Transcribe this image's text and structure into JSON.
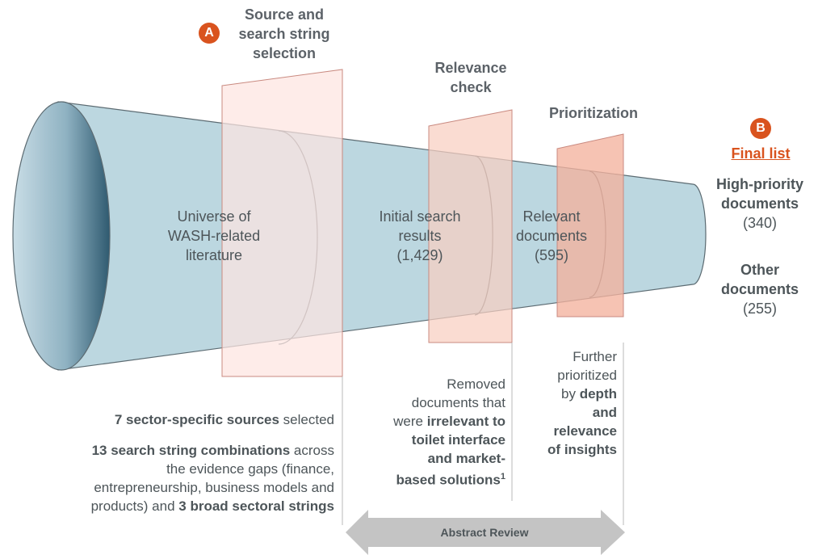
{
  "colors": {
    "funnel": "#bcd7e0",
    "funnel_edge": "#5c6b72",
    "panel_a": "#fde5e0",
    "panel_b": "#f8cfc0",
    "panel_c": "#f4b29e",
    "accent": "#d9531e",
    "arrow": "#c4c4c4"
  },
  "badges": {
    "a": "A",
    "b": "B"
  },
  "stages": {
    "source": {
      "title_1": "Source and",
      "title_2": "search string",
      "title_3": "selection"
    },
    "relevance": {
      "title_1": "Relevance",
      "title_2": "check"
    },
    "priority": {
      "title": "Prioritization"
    }
  },
  "funnel": {
    "universe": {
      "line1": "Universe of",
      "line2": "WASH-related",
      "line3": "literature"
    },
    "initial": {
      "line1": "Initial search",
      "line2": "results",
      "count": "(1,429)"
    },
    "relevant": {
      "line1": "Relevant",
      "line2": "documents",
      "count": "(595)"
    }
  },
  "final": {
    "heading": "Final list",
    "high_1": "High-priority",
    "high_2": "documents",
    "high_count": "(340)",
    "other_1": "Other",
    "other_2": "documents",
    "other_count": "(255)"
  },
  "notes": {
    "sources": {
      "bold": "7 sector-specific sources",
      "rest": " selected"
    },
    "search": {
      "bold1": "13 search string combinations",
      "t1": " across",
      "l2": "the evidence gaps (finance,",
      "l3": "entrepreneurship, business models and",
      "l4a": "products) and ",
      "bold2": "3 broad sectoral strings"
    },
    "removed": {
      "l1": "Removed",
      "l2": "documents that",
      "l3a": "were ",
      "b3": "irrelevant to",
      "b4": "toilet interface",
      "b5": "and market-",
      "b6": "based solutions",
      "sup": "1"
    },
    "further": {
      "l1": "Further",
      "l2": "prioritized",
      "l3a": "by ",
      "b3": "depth",
      "b4": "and",
      "b5": "relevance",
      "b6": "of insights"
    }
  },
  "arrow": {
    "label": "Abstract Review"
  }
}
